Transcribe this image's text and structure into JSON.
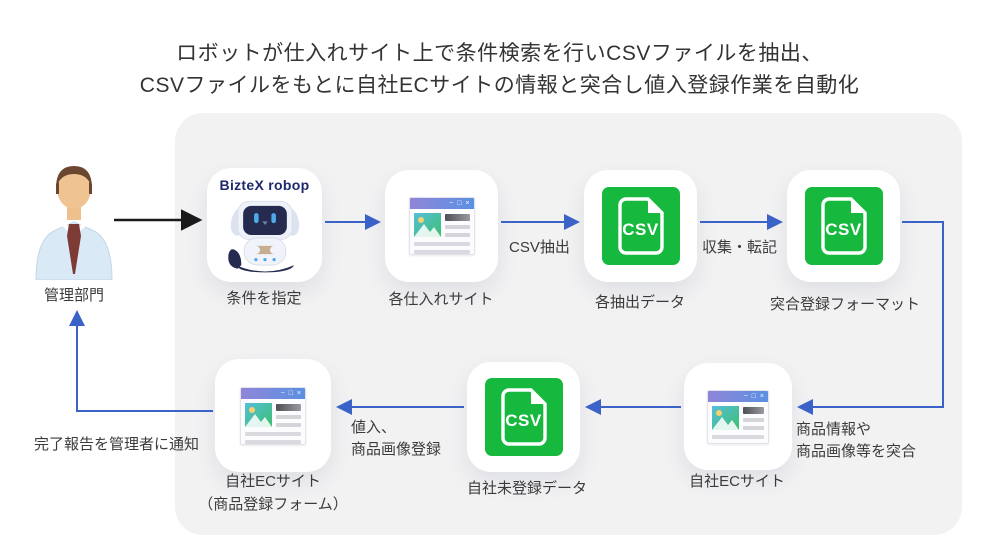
{
  "title": {
    "line1": "ロボットが仕入れサイト上で条件検索を行いCSVファイルを抽出、",
    "line2": "CSVファイルをもとに自社ECサイトの情報と突合し値入登録作業を自動化"
  },
  "manager": {
    "label": "管理部門"
  },
  "robot": {
    "logo": "BizteX robop",
    "label": "条件を指定"
  },
  "nodes": {
    "supplier_sites": {
      "label": "各仕入れサイト"
    },
    "extracted_data": {
      "label": "各抽出データ",
      "file_type": "CSV"
    },
    "matching_format": {
      "label": "突合登録フォーマット",
      "file_type": "CSV"
    },
    "ec_site": {
      "label": "自社ECサイト"
    },
    "unregistered_data": {
      "label": "自社未登録データ",
      "file_type": "CSV"
    },
    "ec_site_form": {
      "label_line1": "自社ECサイト",
      "label_line2": "（商品登録フォーム）"
    }
  },
  "edges": {
    "csv_extract": {
      "label": "CSV抽出"
    },
    "collect_transcribe": {
      "label": "収集・転記"
    },
    "match_products": {
      "line1": "商品情報や",
      "line2": "商品画像等を突合"
    },
    "value_input": {
      "line1": "値入、",
      "line2": "商品画像登録"
    },
    "completion_report": {
      "label": "完了報告を管理者に通知"
    }
  },
  "icons": {
    "window_controls": "− □ ×"
  },
  "colors": {
    "arrow_blue": "#3b62c6",
    "arrow_black": "#1a1a1a",
    "csv_green": "#17b83e",
    "panel_gray": "#f2f2f3",
    "logo_navy": "#1f2a6e"
  }
}
